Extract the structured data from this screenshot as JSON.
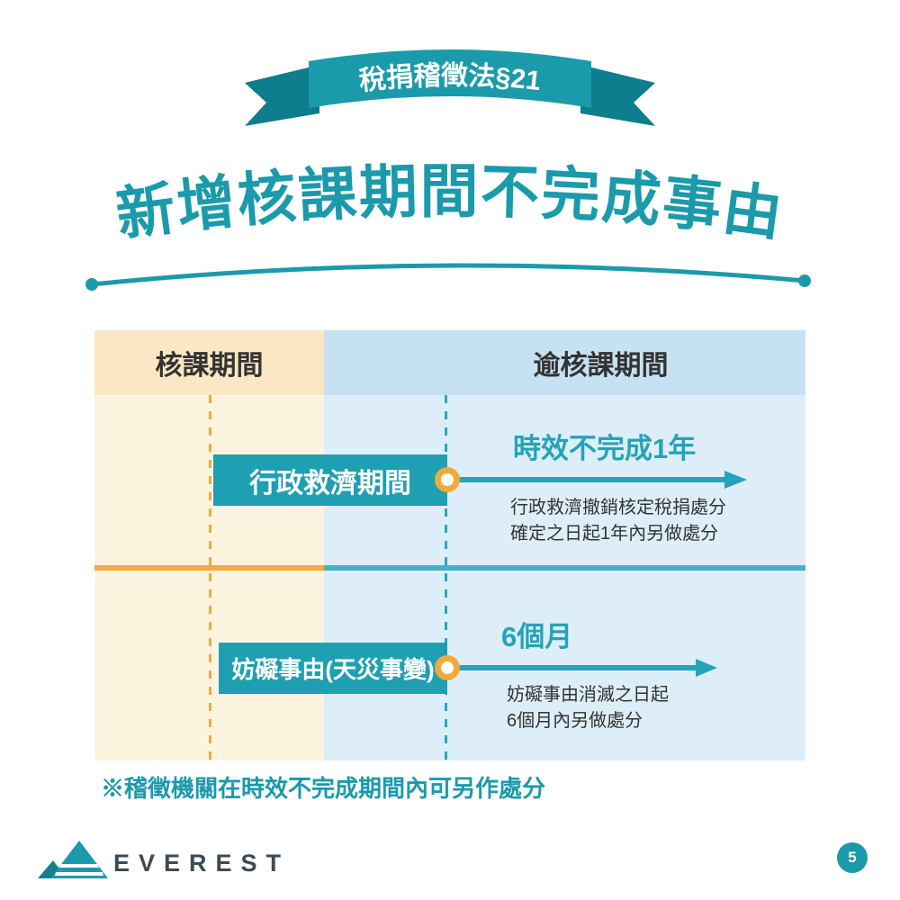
{
  "ribbon": {
    "label": "稅捐稽徵法§21"
  },
  "title": "新增核課期間不完成事由",
  "table": {
    "header_left": "核課期間",
    "header_right": "逾核課期間",
    "rows": [
      {
        "box_label": "行政救濟期間",
        "arrow_label": "時效不完成1年",
        "desc_line1": "行政救濟撤銷核定稅捐處分",
        "desc_line2": "確定之日起1年內另做處分"
      },
      {
        "box_label": "妨礙事由(天災事變)",
        "arrow_label": "6個月",
        "desc_line1": "妨礙事由消滅之日起",
        "desc_line2": "6個月內另做處分"
      }
    ]
  },
  "footnote": "※稽徵機關在時效不完成期間內可另作處分",
  "footer": {
    "brand": "EVEREST",
    "page_number": "5"
  },
  "colors": {
    "teal": "#1b9aab",
    "teal_dark": "#0e7d8e",
    "arrow_teal": "#25a3b8",
    "orange": "#f2a93c",
    "cream_header": "#fbe7c3",
    "cream_body": "#fdf4e0",
    "blue_header": "#c6e1f2",
    "blue_body": "#ddeef9",
    "divider_blue": "#47b1c6",
    "text_dark": "#333333",
    "brand_gray": "#3d4a52"
  }
}
